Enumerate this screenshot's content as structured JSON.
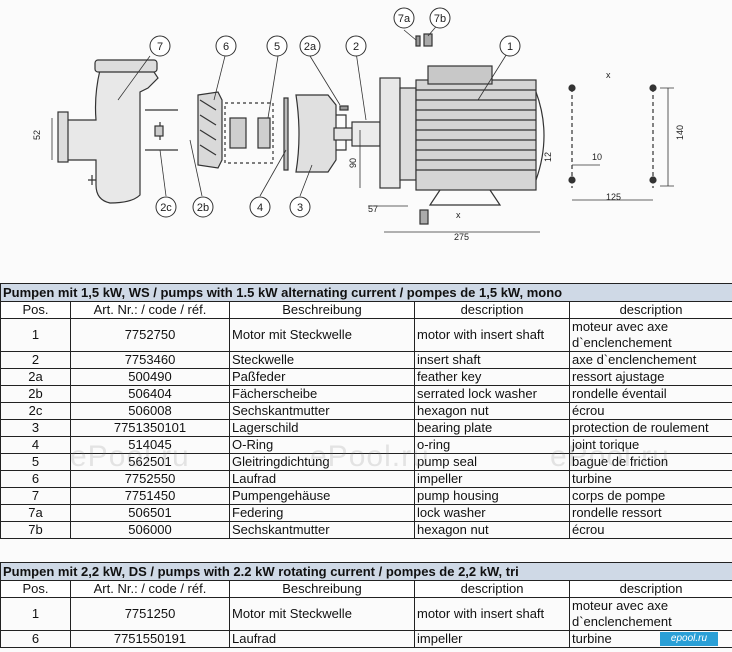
{
  "diagram": {
    "callouts": [
      "7",
      "6",
      "5",
      "2a",
      "2",
      "1",
      "7a",
      "7b",
      "2c",
      "2b",
      "4",
      "3"
    ],
    "dims": {
      "d52": "52",
      "d90": "90",
      "d57": "57",
      "d275": "275",
      "d12": "12",
      "d10": "10",
      "d125": "125",
      "d140": "140",
      "dx1": "x",
      "dx2": "x"
    }
  },
  "table1": {
    "title": "Pumpen mit 1,5 kW, WS / pumps with 1.5 kW alternating current / pompes de 1,5 kW, mono",
    "headers": [
      "Pos.",
      "Art. Nr.: / code / réf.",
      "Beschreibung",
      "description",
      "description"
    ],
    "rows": [
      [
        "1",
        "7752750",
        "Motor mit Steckwelle",
        "motor with insert shaft",
        "moteur avec axe d`enclenchement"
      ],
      [
        "2",
        "7753460",
        "Steckwelle",
        "insert shaft",
        "axe d`enclenchement"
      ],
      [
        "2a",
        "500490",
        "Paßfeder",
        "feather key",
        "ressort ajustage"
      ],
      [
        "2b",
        "506404",
        "Fächerscheibe",
        "serrated lock washer",
        "rondelle éventail"
      ],
      [
        "2c",
        "506008",
        "Sechskantmutter",
        "hexagon nut",
        "écrou"
      ],
      [
        "3",
        "7751350101",
        "Lagerschild",
        "bearing plate",
        "protection de roulement"
      ],
      [
        "4",
        "514045",
        "O-Ring",
        "o-ring",
        "joint torique"
      ],
      [
        "5",
        "562501",
        "Gleitringdichtung",
        "pump seal",
        "bague de friction"
      ],
      [
        "6",
        "7752550",
        "Laufrad",
        "impeller",
        "turbine"
      ],
      [
        "7",
        "7751450",
        "Pumpengehäuse",
        "pump housing",
        "corps de pompe"
      ],
      [
        "7a",
        "506501",
        "Federing",
        "lock washer",
        "rondelle ressort"
      ],
      [
        "7b",
        "506000",
        "Sechskantmutter",
        "hexagon nut",
        "écrou"
      ]
    ]
  },
  "table2": {
    "title": "Pumpen mit 2,2 kW, DS / pumps with 2.2 kW rotating current / pompes de 2,2 kW, tri",
    "headers": [
      "Pos.",
      "Art. Nr.: / code / réf.",
      "Beschreibung",
      "description",
      "description"
    ],
    "rows": [
      [
        "1",
        "7751250",
        "Motor mit Steckwelle",
        "motor with insert shaft",
        "moteur avec axe d`enclenchement"
      ],
      [
        "6",
        "7751550191",
        "Laufrad",
        "impeller",
        "turbine"
      ]
    ]
  },
  "watermark": [
    "ePool.ru",
    "ePool.ru",
    "ePool.ru"
  ],
  "logo": "epool.ru"
}
